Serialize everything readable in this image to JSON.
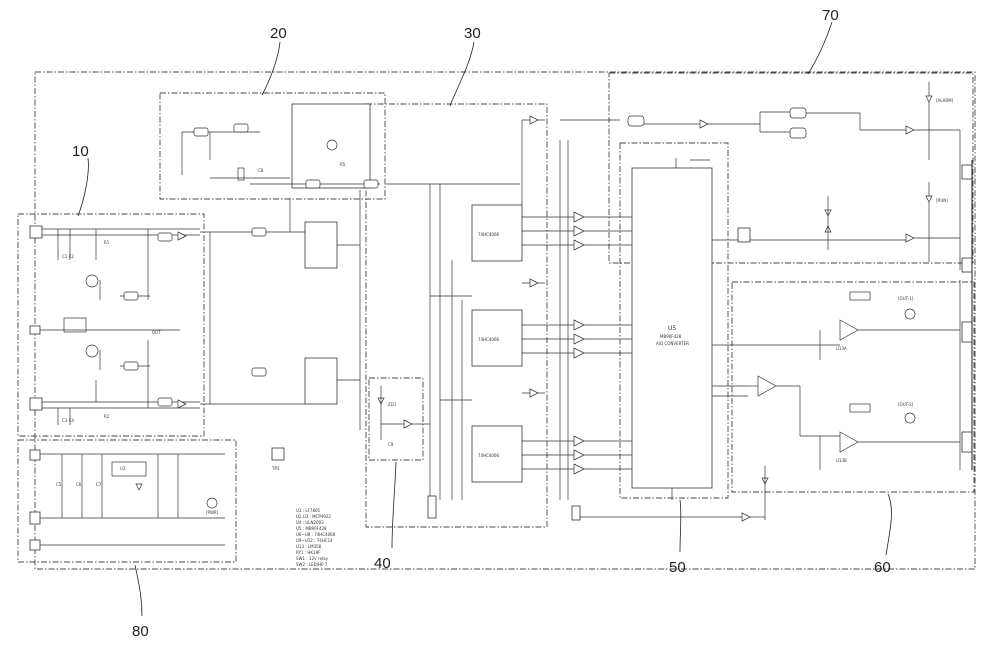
{
  "reference_numerals": [
    "10",
    "20",
    "30",
    "40",
    "50",
    "60",
    "70",
    "80"
  ],
  "chips": {
    "u5_line1": "U5",
    "u5_line2": "MB90F428",
    "u5_line3": "A/D CONVERTER"
  },
  "panel_labels": {
    "led_top_right_1": "[ALARM]",
    "led_top_right_2": "[RUN]",
    "out_ch1": "[OUT-1]",
    "out_ch2": "[OUT-2]",
    "power_led": "[PWR]"
  },
  "legend": [
    "U1 : LF7805",
    "U2,U3 : MCP4922",
    "U4 : ULN2003",
    "U5 : MB90F428",
    "U6~U8 : 74HC4066",
    "U9~U12 : 74HC14",
    "U13 : LM358",
    "RY1 : HK19F",
    "SW1 : 12V relay",
    "SW2 : LED/HP 7"
  ]
}
